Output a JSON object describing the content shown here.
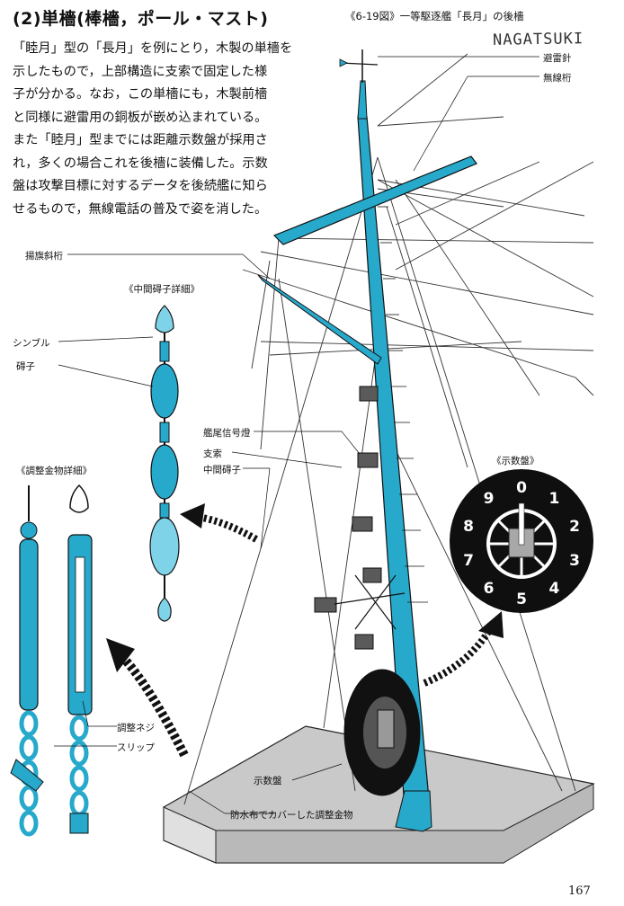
{
  "section_title": "(2)単檣(棒檣，ポール・マスト)",
  "figure_caption": "《6-19図》一等駆逐艦「長月」の後檣",
  "handwritten_label": "NAGATSUKI",
  "body_lines": [
    "「睦月」型の「長月」を例にとり，木製の単檣を",
    "示したもので，上部構造に支索で固定した様",
    "子が分かる。なお，この単檣にも，木製前檣",
    "と同様に避雷用の銅板が嵌め込まれている。",
    "また「睦月」型までには距離示数盤が採用さ",
    "れ，多くの場合これを後檣に装備した。示数",
    "盤は攻撃目標に対するデータを後続艦に知ら",
    "せるもので，無線電話の普及で姿を消した。"
  ],
  "labels": {
    "lightning_rod": "避雷針",
    "wireless_yard": "無線桁",
    "flag_gaff": "揚旗斜桁",
    "stern_signal_lamp": "艦尾信号燈",
    "stay": "支索",
    "middle_insulator_main": "中間碍子",
    "dial_board": "示数盤",
    "adjuster_covered": "防水布でカバーした調整金物",
    "thimble": "シンブル",
    "insulator": "碍子",
    "adjust_screw": "調整ネジ",
    "slip": "スリップ"
  },
  "detail_titles": {
    "insulator_detail": "《中間碍子詳細》",
    "adjuster_detail": "《調整金物詳細》",
    "dial_detail": "《示数盤》"
  },
  "dial_numbers": [
    "0",
    "1",
    "2",
    "3",
    "4",
    "5",
    "6",
    "7",
    "8",
    "9"
  ],
  "colors": {
    "cyan": "#27a9cc",
    "cyan_light": "#7fd3e8",
    "deck": "#c9c9c9",
    "black": "#111111"
  },
  "page_number": "167"
}
